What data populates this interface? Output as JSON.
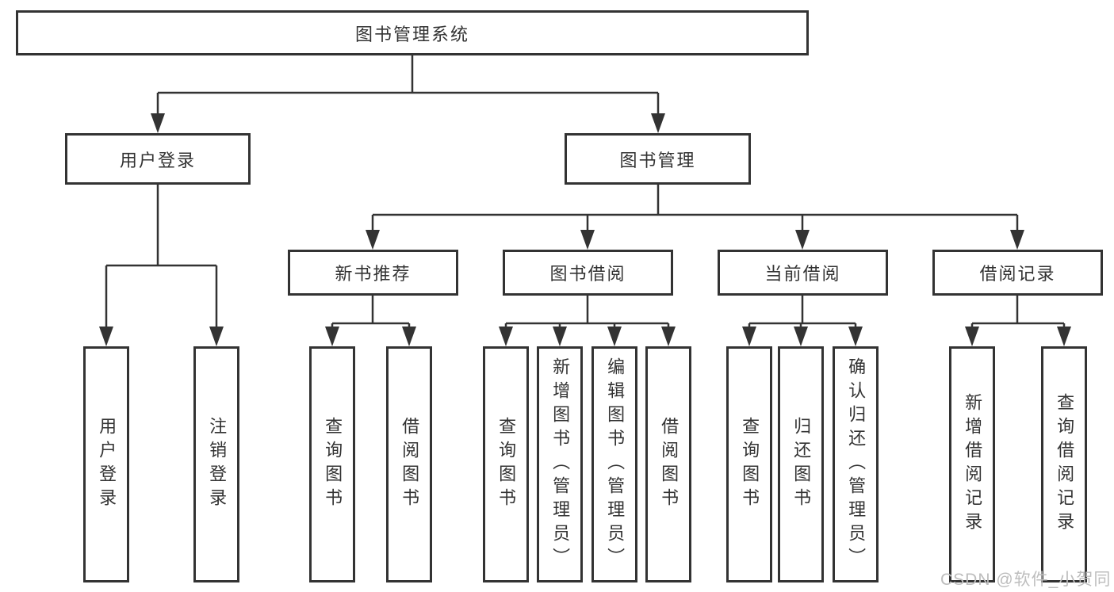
{
  "diagram": {
    "root": {
      "label": "图书管理系统"
    },
    "branches": [
      {
        "label": "用户登录",
        "children": [
          {
            "label": "用户登录"
          },
          {
            "label": "注销登录"
          }
        ]
      },
      {
        "label": "图书管理",
        "children": [
          {
            "label": "新书推荐",
            "children": [
              {
                "label": "查询图书"
              },
              {
                "label": "借阅图书"
              }
            ]
          },
          {
            "label": "图书借阅",
            "children": [
              {
                "label": "查询图书"
              },
              {
                "label": "新增图书（管理员）"
              },
              {
                "label": "编辑图书（管理员）"
              },
              {
                "label": "借阅图书"
              }
            ]
          },
          {
            "label": "当前借阅",
            "children": [
              {
                "label": "查询图书"
              },
              {
                "label": "归还图书"
              },
              {
                "label": "确认归还（管理员）"
              }
            ]
          },
          {
            "label": "借阅记录",
            "children": [
              {
                "label": "新增借阅记录"
              },
              {
                "label": "查询借阅记录"
              }
            ]
          }
        ]
      }
    ]
  },
  "watermark": {
    "text": "CSDN @软件_小贺同学"
  },
  "colors": {
    "line": "#333333",
    "text": "#333333",
    "box_bg": "#ffffff",
    "watermark": "#bdbdbd"
  }
}
